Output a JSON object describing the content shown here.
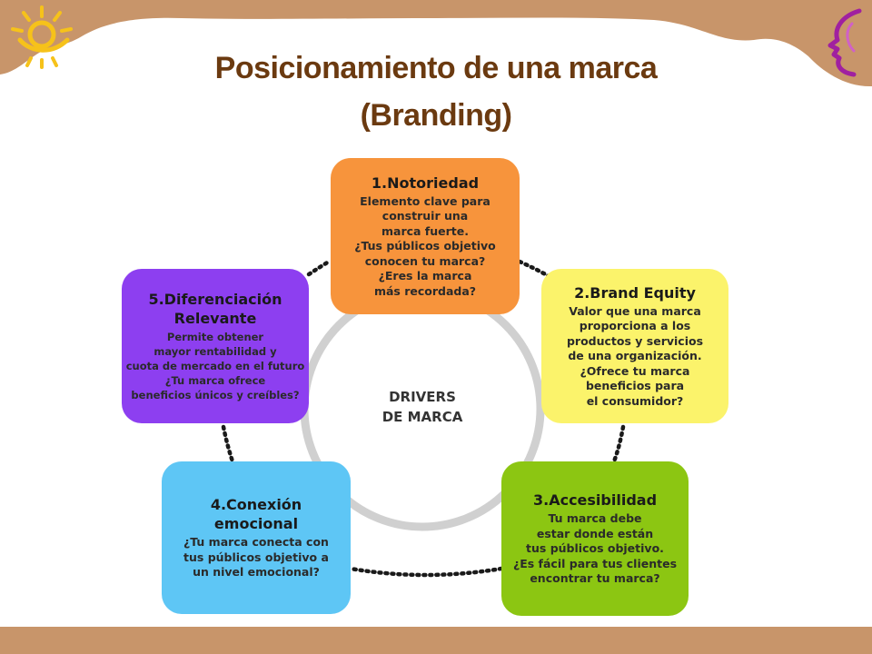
{
  "title": {
    "line1": "Posicionamiento de una marca",
    "line2": "(Branding)"
  },
  "center": {
    "line1": "DRIVERS",
    "line2": "DE MARCA"
  },
  "drivers": [
    {
      "title": [
        "1.Notoriedad"
      ],
      "body": [
        "Elemento clave para",
        "construir una",
        "marca fuerte.",
        "¿Tus públicos objetivo",
        "conocen tu marca?",
        "¿Eres la marca",
        "más recordada?"
      ],
      "color": "#f7943c"
    },
    {
      "title": [
        "2.Brand Equity"
      ],
      "body": [
        "Valor que una marca",
        "proporciona a los",
        "productos y servicios",
        "de una organización.",
        "¿Ofrece tu marca",
        "beneficios para",
        "el consumidor?"
      ],
      "color": "#fbf36b"
    },
    {
      "title": [
        "3.Accesibilidad"
      ],
      "body": [
        "Tu marca debe",
        "estar donde están",
        "tus públicos objetivo.",
        "¿Es fácil para tus clientes",
        "encontrar tu marca?"
      ],
      "color": "#8cc612"
    },
    {
      "title": [
        "4.Conexión",
        "emocional"
      ],
      "body": [
        "¿Tu marca conecta con",
        "tus públicos objetivo a",
        "un nivel emocional?"
      ],
      "color": "#5ec6f5"
    },
    {
      "title": [
        "5.Diferenciación",
        "Relevante"
      ],
      "body": [
        "Permite obtener",
        "mayor rentabilidad y",
        "cuota de mercado en el futuro",
        "¿Tu marca ofrece",
        "beneficios únicos y creíbles?"
      ],
      "color": "#8d3ff0"
    }
  ],
  "colors": {
    "title": "#6b3a10",
    "band": "#c8956a",
    "ring": "#d0d0d0",
    "sun": "#f6c21a",
    "profile": "#a020a0"
  },
  "icons": [
    "sun-logo-icon",
    "face-profile-icon"
  ]
}
